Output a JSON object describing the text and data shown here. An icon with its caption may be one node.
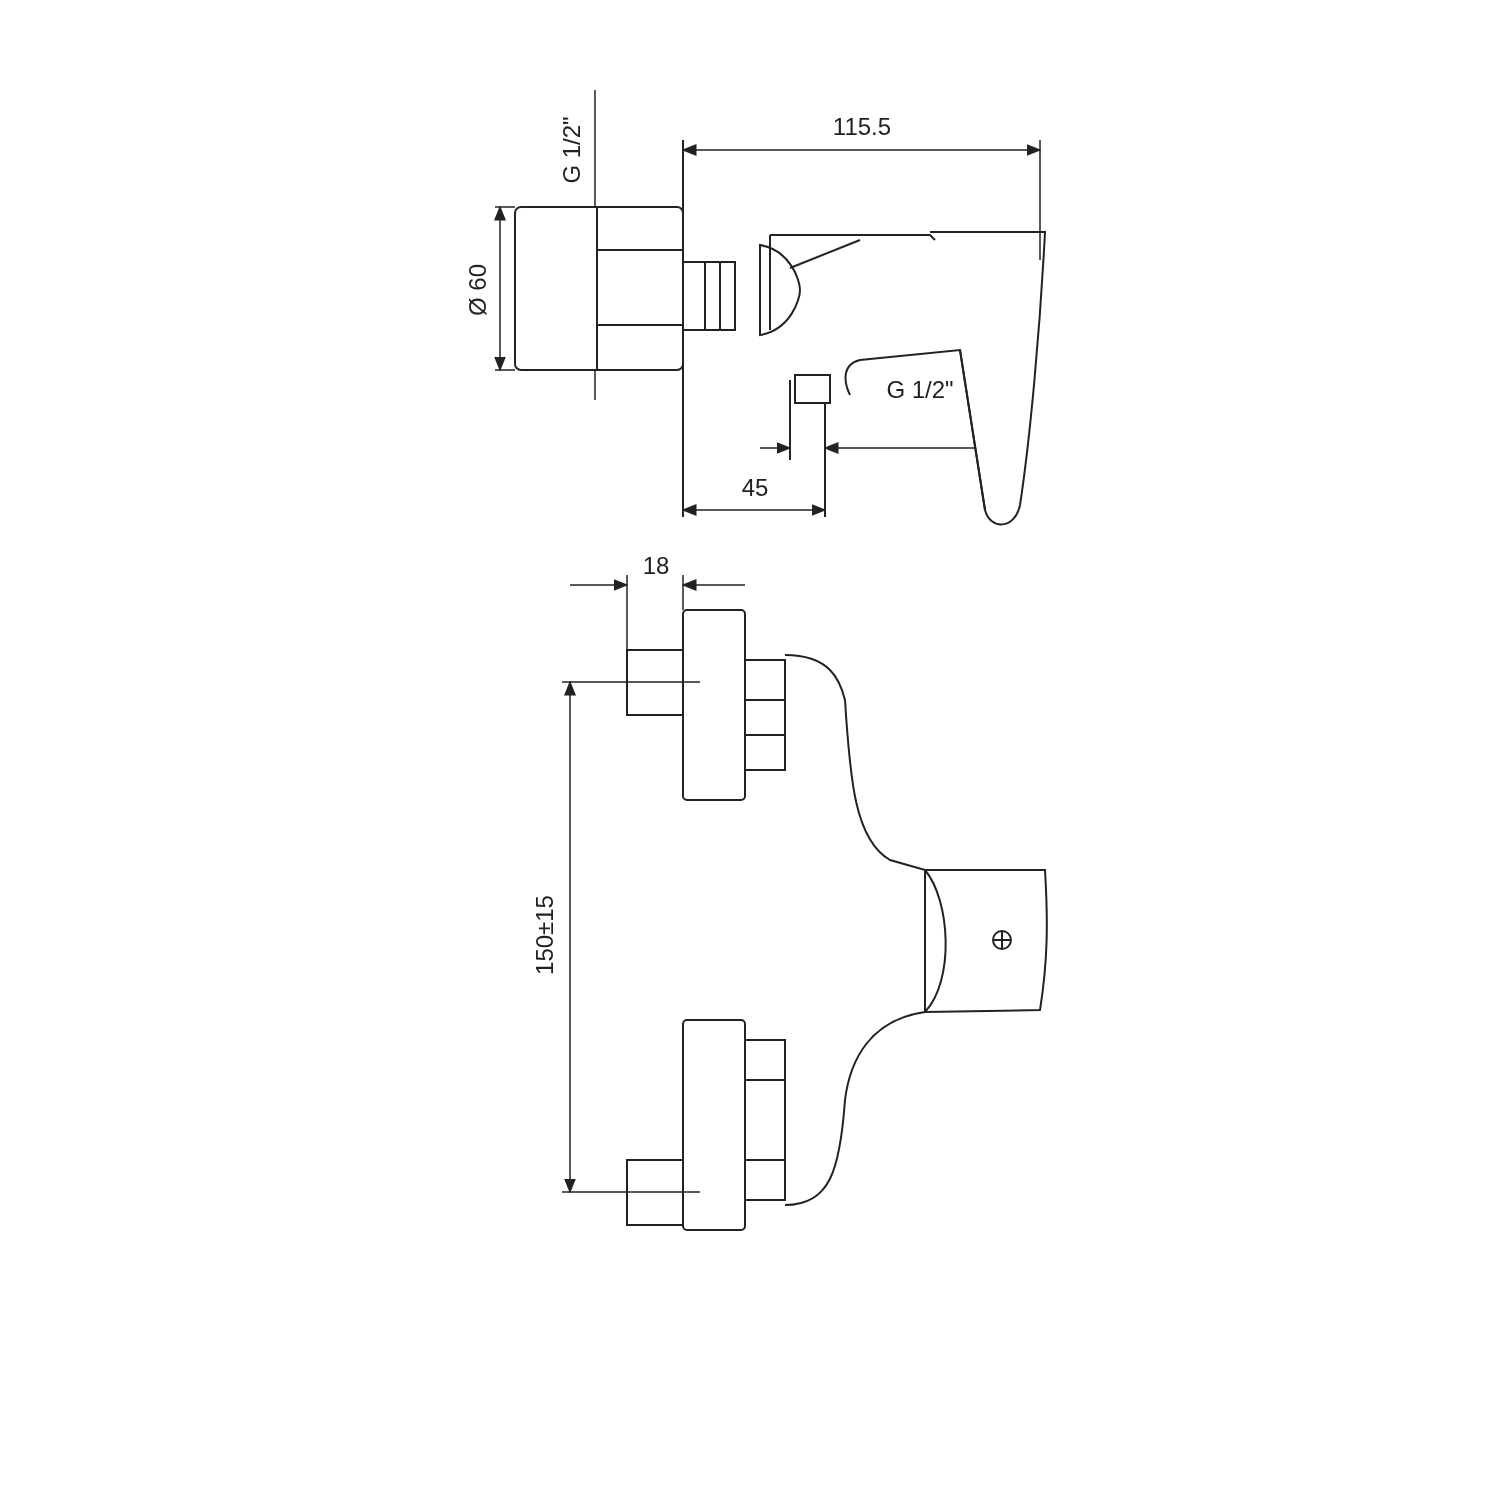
{
  "diagram": {
    "labels": [
      "G 1/2\"",
      "115.5",
      "Ø 60",
      "G 1/2\"",
      "45",
      "18",
      "150±15"
    ]
  }
}
